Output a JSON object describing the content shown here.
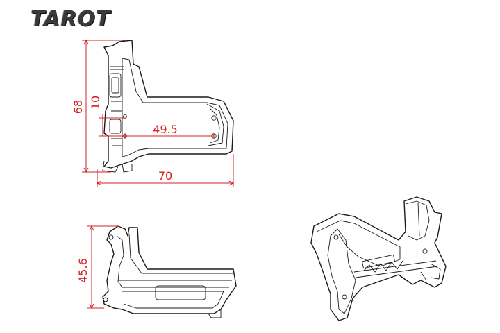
{
  "logo": {
    "text": "TAROT"
  },
  "dimensions": {
    "height_68": "68",
    "height_10": "10",
    "width_49_5": "49.5",
    "width_70": "70",
    "height_45_6": "45.6"
  },
  "colors": {
    "dimension": "#d42020",
    "outline": "#1a1a1a"
  }
}
